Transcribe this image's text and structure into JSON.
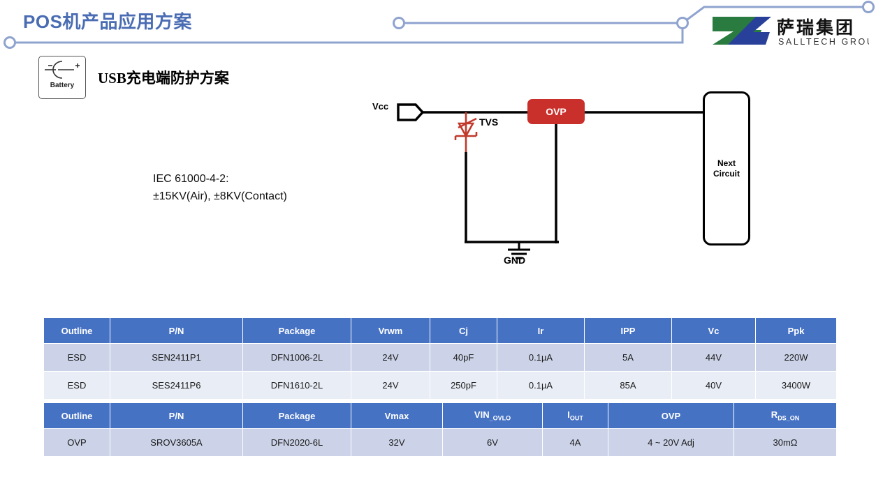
{
  "header": {
    "title": "POS机产品应用方案",
    "title_color": "#4a6cb3",
    "logo": {
      "cn_name": "萨瑞集团",
      "en_name": "SALLTECH GROUP",
      "green": "#2a7b3f",
      "blue": "#28409a"
    }
  },
  "icon_card": {
    "label": "Battery",
    "minus": "–",
    "plus": "+",
    "name": "battery-icon"
  },
  "section": {
    "title": "USB充电端防护方案"
  },
  "note": {
    "line1": "IEC 61000-4-2:",
    "line2": "±15KV(Air), ±8KV(Contact)"
  },
  "schematic": {
    "vcc_label": "Vcc",
    "tvs_label": "TVS",
    "gnd_label": "GND",
    "ovp_label": "OVP",
    "ovp_color": "#c9302c",
    "tvs_color": "#c0392b",
    "next_circuit_line1": "Next",
    "next_circuit_line2": "Circuit"
  },
  "table_esd": {
    "header_color": "#4672c4",
    "columns": [
      "Outline",
      "P/N",
      "Package",
      "Vrwm",
      "Cj",
      "Ir",
      "IPP",
      "Vc",
      "Ppk"
    ],
    "rows": [
      [
        "ESD",
        "SEN2411P1",
        "DFN1006-2L",
        "24V",
        "40pF",
        "0.1µA",
        "5A",
        "44V",
        "220W"
      ],
      [
        "ESD",
        "SES2411P6",
        "DFN1610-2L",
        "24V",
        "250pF",
        "0.1µA",
        "85A",
        "40V",
        "3400W"
      ]
    ]
  },
  "table_ovp": {
    "header_color": "#4672c4",
    "columns": [
      {
        "main": "Outline",
        "sub": ""
      },
      {
        "main": "P/N",
        "sub": ""
      },
      {
        "main": "Package",
        "sub": ""
      },
      {
        "main": "Vmax",
        "sub": ""
      },
      {
        "main": "VIN",
        "sub": "_OVLO"
      },
      {
        "main": "I",
        "sub": "OUT"
      },
      {
        "main": "OVP",
        "sub": ""
      },
      {
        "main": "R",
        "sub": "DS_ON"
      }
    ],
    "rows": [
      [
        "OVP",
        "SROV3605A",
        "DFN2020-6L",
        "32V",
        "6V",
        "4A",
        "4 ~ 20V Adj",
        "30mΩ"
      ]
    ]
  }
}
